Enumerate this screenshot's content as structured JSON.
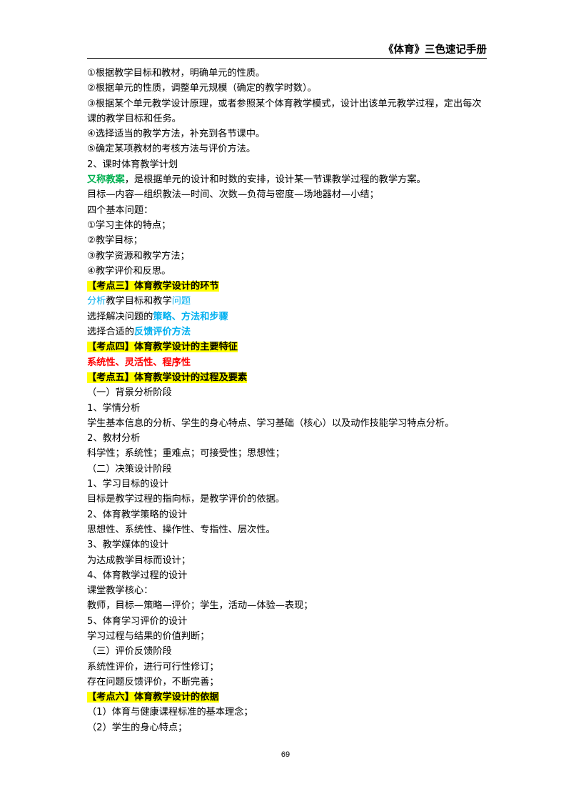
{
  "header": {
    "title": "《体育》三色速记手册"
  },
  "lines": {
    "l1": "①根据教学目标和教材，明确单元的性质。",
    "l2": "②根据单元的性质，调整单元规模（确定的教学时数）。",
    "l3": "③根据某个单元教学设计原理，或者参照某个体育教学模式，设计出该单元教学过程，定出每次课的教学目标和任务。",
    "l4": "④选择适当的教学方法，补充到各节课中。",
    "l5": "⑤确定某项教材的考核方法与评价方法。",
    "l6": "2、课时体育教学计划",
    "l7_green": "又称教案",
    "l7_rest": "，是根据单元的设计和时数的安排，设计某一节课教学过程的教学方案。",
    "l8": "目标—内容—组织教法—时间、次数—负荷与密度—场地器材—小结；",
    "l9": "四个基本问题：",
    "l10": "①学习主体的特点；",
    "l11": "②教学目标；",
    "l12": "③教学资源和教学方法；",
    "l13": "④教学评价和反思。",
    "h3": "【考点三】体育教学设计的环节",
    "l14_a": "分析",
    "l14_b": "教学目标和教学",
    "l14_c": "问题",
    "l15_a": "选择解决问题的",
    "l15_b": "策略、方法和步骤",
    "l16_a": "选择合适的",
    "l16_b": "反馈评价方法",
    "h4": "【考点四】体育教学设计的主要特征",
    "l17": "系统性、灵活性、程序性",
    "h5": "【考点五】体育教学设计的过程及要素",
    "l18": "（一）背景分析阶段",
    "l19": "1、学情分析",
    "l20": "学生基本信息的分析、学生的身心特点、学习基础（核心）以及动作技能学习特点分析。",
    "l21": "2、教材分析",
    "l22": "科学性；系统性；重难点；可接受性；思想性；",
    "l23": "（二）决策设计阶段",
    "l24": "1、学习目标的设计",
    "l25": "目标是教学过程的指向标，是教学评价的依据。",
    "l26": "2、体育教学策略的设计",
    "l27": "思想性、系统性、操作性、专指性、层次性。",
    "l28": "3、教学媒体的设计",
    "l29": "为达成教学目标而设计；",
    "l30": "4、体育教学过程的设计",
    "l31": "课堂教学核心：",
    "l32": "教师，目标—策略—评价；学生，活动—体验—表现；",
    "l33": "5、体育学习评价的设计",
    "l34": "学习过程与结果的价值判断；",
    "l35": "（三）评价反馈阶段",
    "l36": "系统性评价，进行可行性修订；",
    "l37": "存在问题反馈评价，不断完善；",
    "h6": "【考点六】体育教学设计的依据",
    "l38": "（1）体育与健康课程标准的基本理念；",
    "l39": "（2）学生的身心特点；"
  },
  "footer": {
    "page_number": "69"
  },
  "colors": {
    "highlight": "#ffff00",
    "green": "#00b050",
    "cyan": "#00b0f0",
    "red": "#ff0000"
  }
}
